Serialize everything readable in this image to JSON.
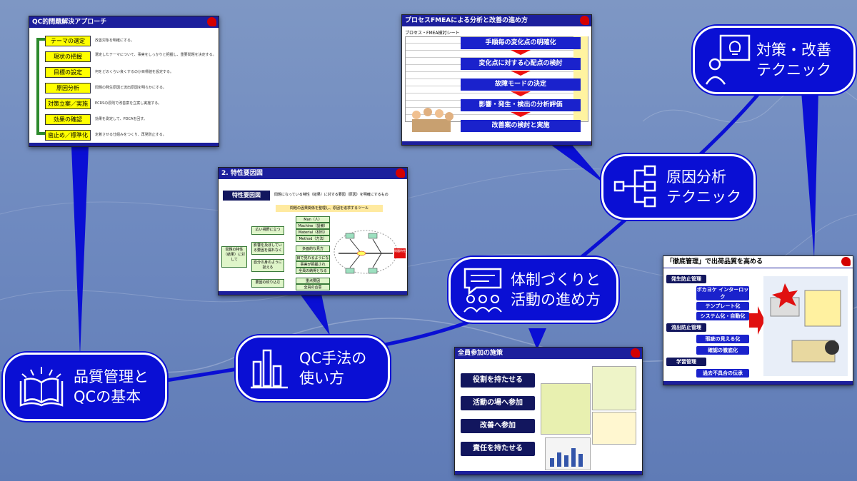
{
  "nodes": {
    "quality": {
      "label": "品質管理と\nQCの基本",
      "icon": "open-book-icon"
    },
    "qc_methods": {
      "label": "QC手法の\n使い方",
      "icon": "bar-chart-icon"
    },
    "organization": {
      "label": "体制づくりと\n活動の進め方",
      "icon": "meeting-icon"
    },
    "cause": {
      "label": "原因分析\nテクニック",
      "icon": "tree-diagram-icon"
    },
    "measures": {
      "label": "対策・改善\nテクニック",
      "icon": "lightbulb-person-icon"
    }
  },
  "slides": {
    "qc_approach": {
      "title": "QC的問題解決アプローチ",
      "steps": [
        "テーマの選定",
        "現状の把握",
        "目標の設定",
        "原因分析",
        "対策立案／実施",
        "効果の確認",
        "歯止め／標準化"
      ],
      "descriptions": [
        "改善対象を明確にする。",
        "選定したテーマについて、事実をしっかりと把握し、重要問題を決定する。",
        "何をどのくらい良くするのか目標値を設定する。",
        "問題の発生原因と流出原因を明らかにする。",
        "ECRSの原則で改善案を立案し実施する。",
        "効果を測定して、PDCAを回す。",
        "定着させる仕組みをつくり、再発防止する。"
      ]
    },
    "fmea": {
      "title": "プロセスFMEAによる分析と改善の進め方",
      "sheet_label": "プロセス・FMEA検討シート",
      "steps": [
        "手順毎の変化点の明確化",
        "変化点に対する心配点の検討",
        "故障モードの決定",
        "影響・発生・検出の分析評価",
        "改善案の検討と実施"
      ]
    },
    "fishbone": {
      "title": "2. 特性要因図",
      "heading": "特性要因図",
      "definition": "問題になっている特性（結果）に対する要因（原因）を明確にするもの",
      "tool_label": "問題の因果関係を整理し、原因を追求するツール",
      "root": "問題の特性（結果）に対して",
      "branches": [
        "広い視野に立つ",
        "影響を及ぼしている要因を漏れなく",
        "自分の身のように捉える",
        "要因の絞り込む"
      ],
      "leaves": [
        "Man（人）",
        "Machine（設備）",
        "Material（材料）",
        "Method（方法）",
        "多面的な見方",
        "目で見れるようになり",
        "事実が把握され",
        "全員の納得となる",
        "重点要因",
        "全員の合意"
      ],
      "effect": "問題特性"
    },
    "participation": {
      "title": "全員参加の施策",
      "buttons": [
        "役割を持たせる",
        "活動の場へ参加",
        "改善へ参加",
        "責任を持たせる"
      ]
    },
    "thorough": {
      "title": "「徹底管理」で出荷品質を高める",
      "sections": [
        "発生防止管理",
        "流出防止管理",
        "学習管理"
      ],
      "items": [
        "ポカヨケ インターロック",
        "テンプレート化",
        "システム化・自動化",
        "瑕疵の見える化",
        "確認の徹底化",
        "過去不具合の伝承"
      ]
    }
  },
  "colors": {
    "node_fill": "#0a0fd4",
    "path": "#0a0fd4",
    "background": "#6f8ac0"
  }
}
